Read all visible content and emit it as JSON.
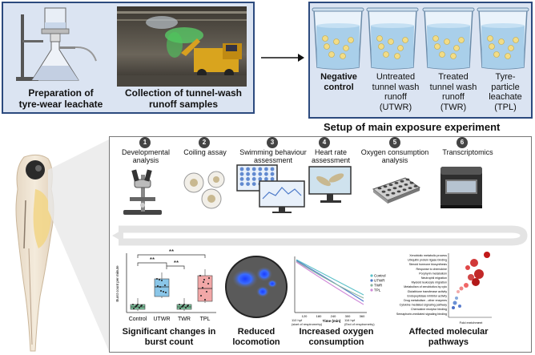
{
  "top_left": {
    "caption_1": "Preparation of\ntyre-wear leachate",
    "caption_2": "Collection of tunnel-wash\nrunoff samples"
  },
  "beakers": [
    {
      "label": "Negative\ncontrol",
      "bold": true
    },
    {
      "label": "Untreated\ntunnel wash\nrunoff\n(UTWR)",
      "bold": false
    },
    {
      "label": "Treated\ntunnel wash\nrunoff\n(TWR)",
      "bold": false
    },
    {
      "label": "Tyre-\nparticle\nleachate\n(TPL)",
      "bold": false
    }
  ],
  "setup_title": "Setup of main exposure experiment",
  "steps": [
    {
      "num": "1",
      "title": "Developmental\nanalysis"
    },
    {
      "num": "2",
      "title": "Coiling assay"
    },
    {
      "num": "3",
      "title": "Swimming behaviour\nassessment"
    },
    {
      "num": "4",
      "title": "Heart rate\nassessment"
    },
    {
      "num": "5",
      "title": "Oxygen consumption\nanalysis"
    },
    {
      "num": "6",
      "title": "Transcriptomics"
    }
  ],
  "results": [
    {
      "label": "Significant changes in\nburst count"
    },
    {
      "label": "Reduced\nlocomotion"
    },
    {
      "label": "Increased oxygen\nconsumption"
    },
    {
      "label": "Affected molecular\npathways"
    }
  ],
  "box_plot": {
    "ylabel": "Burst count per minute",
    "categories": [
      "Control",
      "UTWR",
      "TWR",
      "TPL"
    ],
    "sig": "**",
    "colors": [
      "#7fc8a0",
      "#8ac6e8",
      "#7fc8a0",
      "#f2a7a7"
    ]
  },
  "oxygen_plot": {
    "xlabel": "Time (min)",
    "ticks": [
      "120",
      "180",
      "240",
      "300",
      "360"
    ],
    "start_label": "110 hpf\n(start of respirometry)",
    "end_label": "116 hpf\n(End of respirometry)",
    "legend": [
      "Control",
      "UTWR",
      "TWR",
      "TPL"
    ],
    "legend_colors": [
      "#5bc0c8",
      "#4a78c8",
      "#8ab4a0",
      "#d08ad8"
    ]
  },
  "pathways": {
    "xlabel": "Fold enrichment",
    "items": [
      "Xenobiotic metabolic process",
      "Ubiquitin protein ligase binding",
      "Steroid hormone biosynthesis",
      "Response to chemokine",
      "Porphyrin metabolism",
      "Neutrophil migration",
      "Myeloid leukocyte migration",
      "Metabolism of xenobiotics by cyto",
      "Glutathione transferase activity",
      "Endopeptidase inhibitor activity",
      "Drug metabolism - other enzymes",
      "Cytokine mediated signaling pathway",
      "Chemokine receptor binding",
      "Semaphorin-mediated signaling binding"
    ]
  }
}
